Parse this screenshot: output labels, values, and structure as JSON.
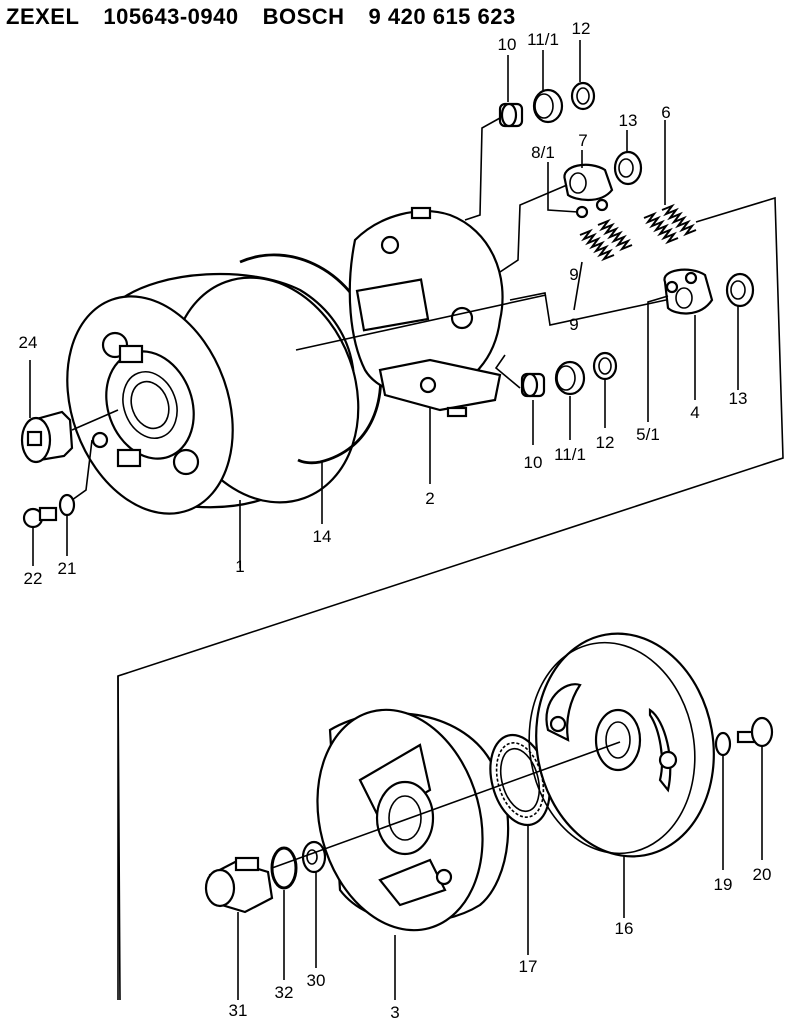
{
  "header": {
    "brand": "ZEXEL",
    "zexel_no": "105643-0940",
    "maker": "BOSCH",
    "bosch_no": "9 420 615 623"
  },
  "labels": {
    "p10a": "10",
    "p11_1a": "11/1",
    "p12a": "12",
    "p13a": "13",
    "p7": "7",
    "p6": "6",
    "p8_1": "8/1",
    "p9a": "9",
    "p9b": "9",
    "p24": "24",
    "p1": "1",
    "p14": "14",
    "p2": "2",
    "p22": "22",
    "p21": "21",
    "p10b": "10",
    "p11_1b": "11/1",
    "p12b": "12",
    "p5_1": "5/1",
    "p4": "4",
    "p13b": "13",
    "p31": "31",
    "p32": "32",
    "p30": "30",
    "p3": "3",
    "p17": "17",
    "p16": "16",
    "p19": "19",
    "p20": "20"
  }
}
